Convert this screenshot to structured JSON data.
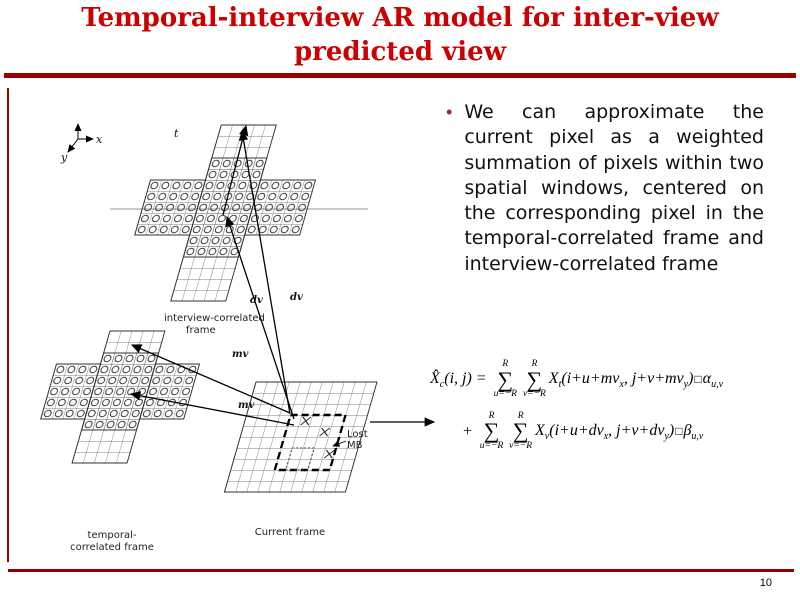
{
  "slide": {
    "title_line1": "Temporal-interview AR model for inter-view",
    "title_line2": "predicted view",
    "page_number": "10",
    "title_color": "#cc0000",
    "rule_color": "#990000"
  },
  "bullet": {
    "marker": "•",
    "text": "We can approximate the current pixel as a weighted summation of pixels within two spatial windows, centered on the corresponding pixel in the temporal-correlated frame and interview-correlated frame"
  },
  "diagram": {
    "axis_t": "t",
    "axis_x": "x",
    "axis_y": "y",
    "dv_label_1": "dv",
    "dv_label_2": "dv",
    "mv_label_1": "mv",
    "mv_label_2": "mv",
    "interview_frame_l1": "interview-correlated",
    "interview_frame_l2": "frame",
    "temporal_frame_l1": "temporal-",
    "temporal_frame_l2": "correlated frame",
    "current_frame": "Current frame",
    "lost_mb_l1": "Lost",
    "lost_mb_l2": "MB"
  },
  "equation": {
    "sigma": "∑",
    "sum_upper": "R",
    "sum_lower_u": "u=−R",
    "sum_lower_v": "v=−R",
    "line1": {
      "lhs_base": "X̂",
      "lhs_sub": "c",
      "lhs_rest": "(i, j) = ",
      "term_base": "X",
      "term_sub": "t",
      "arg_a": "(i+u+mv",
      "arg_a_sub": "x",
      "arg_b": ", j+v+mv",
      "arg_b_sub": "y",
      "close_paren": ")",
      "box": "□",
      "coef": "α",
      "coef_sub": "u,v"
    },
    "line2": {
      "plus": "+",
      "term_base": "X",
      "term_sub": "v",
      "arg_a": "(i+u+dv",
      "arg_a_sub": "x",
      "arg_b": ", j+v+dv",
      "arg_b_sub": "y",
      "close_paren": ")",
      "box": "□",
      "coef": "β",
      "coef_sub": "u,v"
    }
  }
}
